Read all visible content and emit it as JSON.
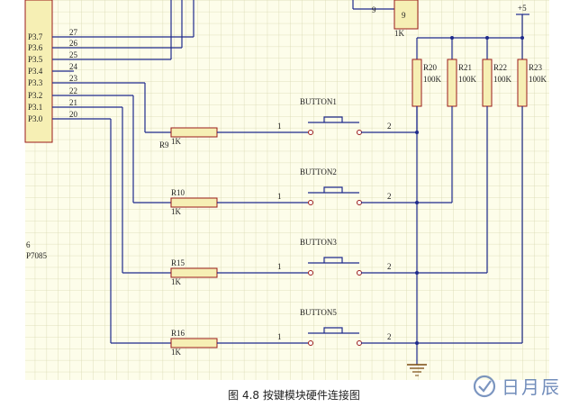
{
  "caption": "图 4.8 按键模块硬件连接图",
  "watermark": "日月辰",
  "colors": {
    "wire": "#1e2a8c",
    "grid": "#d7d7b0",
    "gridBg": "#fdfdea",
    "resistor": "#f6efb4",
    "pin": "#9a1a1a",
    "ground": "#7a4a10"
  },
  "mcu": {
    "pins": [
      "P3.7",
      "P3.6",
      "P3.5",
      "P3.4",
      "P3.3",
      "P3.2",
      "P3.1",
      "P3.0"
    ],
    "pin_numbers": [
      "27",
      "26",
      "25",
      "24",
      "23",
      "22",
      "21",
      "20"
    ],
    "side_labels": [
      "6",
      "P7085"
    ]
  },
  "top_part": {
    "pin_left": "9",
    "pin_box": "9",
    "label": "1K"
  },
  "vcc_label": "+5",
  "pullups": [
    {
      "name": "R20",
      "value": "100K"
    },
    {
      "name": "R21",
      "value": "100K"
    },
    {
      "name": "R22",
      "value": "100K"
    },
    {
      "name": "R23",
      "value": "100K"
    }
  ],
  "rows": [
    {
      "resistor": "R9",
      "value": "1K",
      "button": "BUTTON1",
      "pin1": "1",
      "pin2": "2"
    },
    {
      "resistor": "R10",
      "value": "1K",
      "button": "BUTTON2",
      "pin1": "1",
      "pin2": "2"
    },
    {
      "resistor": "R15",
      "value": "1K",
      "button": "BUTTON3",
      "pin1": "1",
      "pin2": "2"
    },
    {
      "resistor": "R16",
      "value": "1K",
      "button": "BUTTON5",
      "pin1": "1",
      "pin2": "2"
    }
  ]
}
